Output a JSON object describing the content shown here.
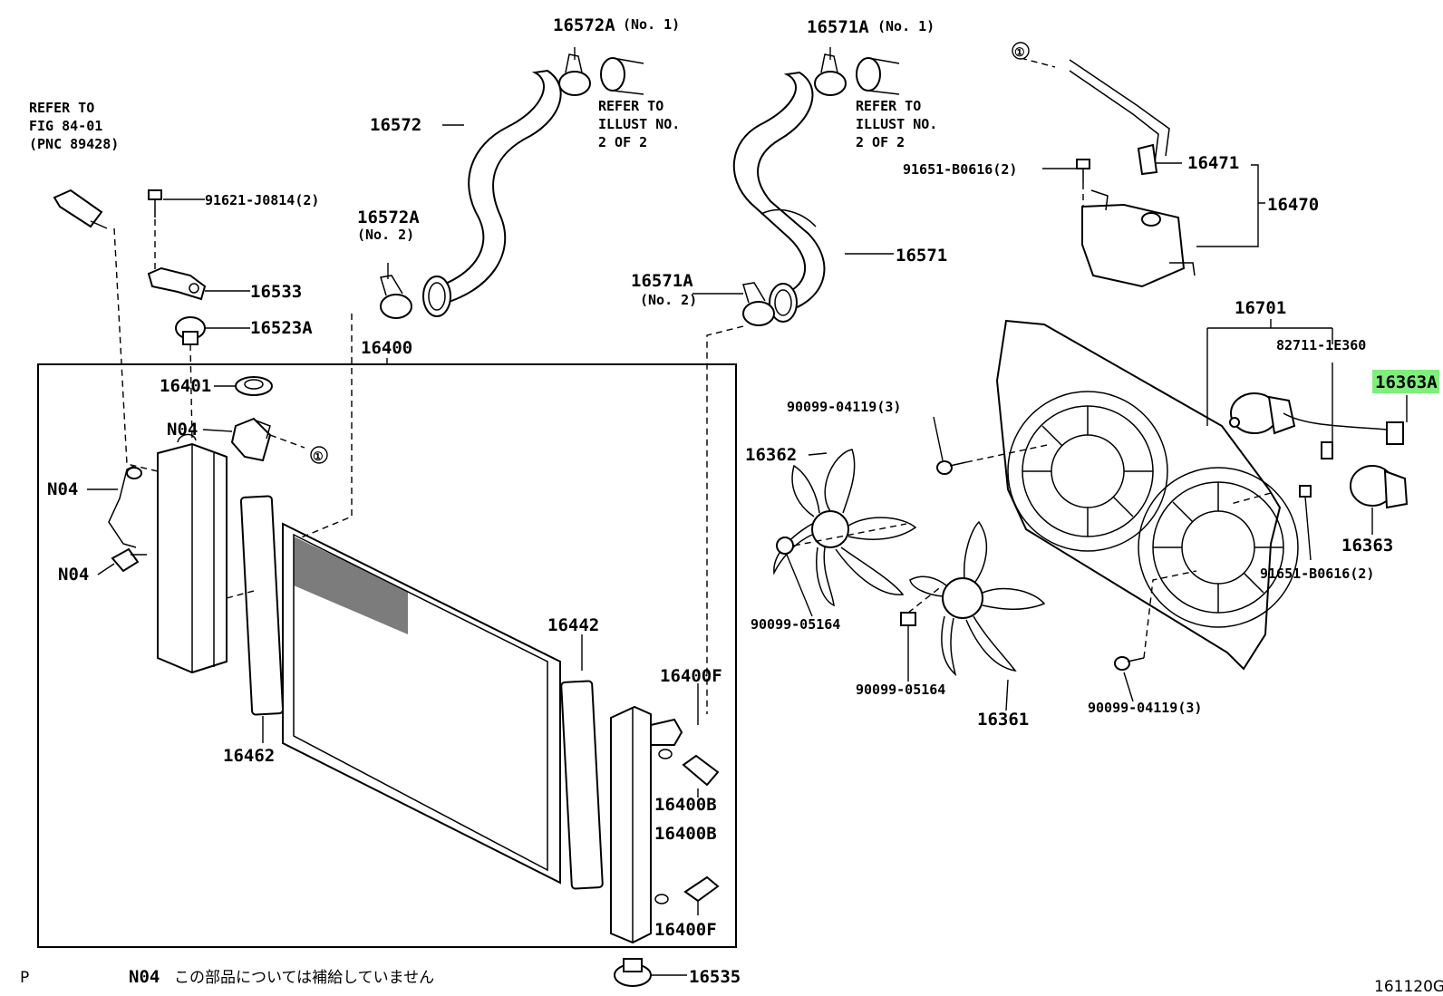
{
  "diagram": {
    "figure_code": "161120G",
    "page_marker": "P",
    "footnote": {
      "code": "N04",
      "text": "この部品については補給していません"
    },
    "circled_ref": "①",
    "highlight_color": "#7ef07a",
    "labels": {
      "l16572A_no1": "16572A",
      "l16572A_no1_sub": "(No. 1)",
      "l16571A_no1": "16571A",
      "l16571A_no1_sub": "(No. 1)",
      "refer_illust_1": [
        "REFER TO",
        "ILLUST NO.",
        "2 OF 2"
      ],
      "refer_illust_2": [
        "REFER TO",
        "ILLUST NO.",
        "2 OF 2"
      ],
      "refer_fig": [
        "REFER TO",
        "FIG 84-01",
        "(PNC 89428)"
      ],
      "l16572": "16572",
      "l91621": "91621-J0814(2)",
      "l16572A_no2": "16572A",
      "l16572A_no2_sub": "(No. 2)",
      "l16533": "16533",
      "l16523A": "16523A",
      "l16400": "16400",
      "l16401": "16401",
      "l_n04_a": "N04",
      "l_n04_b": "N04",
      "l_n04_c": "N04",
      "l16571": "16571",
      "l16571A_no2": "16571A",
      "l16571A_no2_sub": "(No. 2)",
      "l16471": "16471",
      "l16470": "16470",
      "l91651_top": "91651-B0616(2)",
      "l16701": "16701",
      "l82711": "82711-1E360",
      "l16363A": "16363A",
      "l90099_04119_top": "90099-04119(3)",
      "l16362": "16362",
      "l16363": "16363",
      "l91651_bot": "91651-B0616(2)",
      "l90099_05164_left": "90099-05164",
      "l90099_05164_mid": "90099-05164",
      "l16361": "16361",
      "l90099_04119_bot": "90099-04119(3)",
      "l16442": "16442",
      "l16400F_top": "16400F",
      "l16462": "16462",
      "l16400B_a": "16400B",
      "l16400B_b": "16400B",
      "l16400F_bot": "16400F",
      "l16535": "16535"
    }
  }
}
